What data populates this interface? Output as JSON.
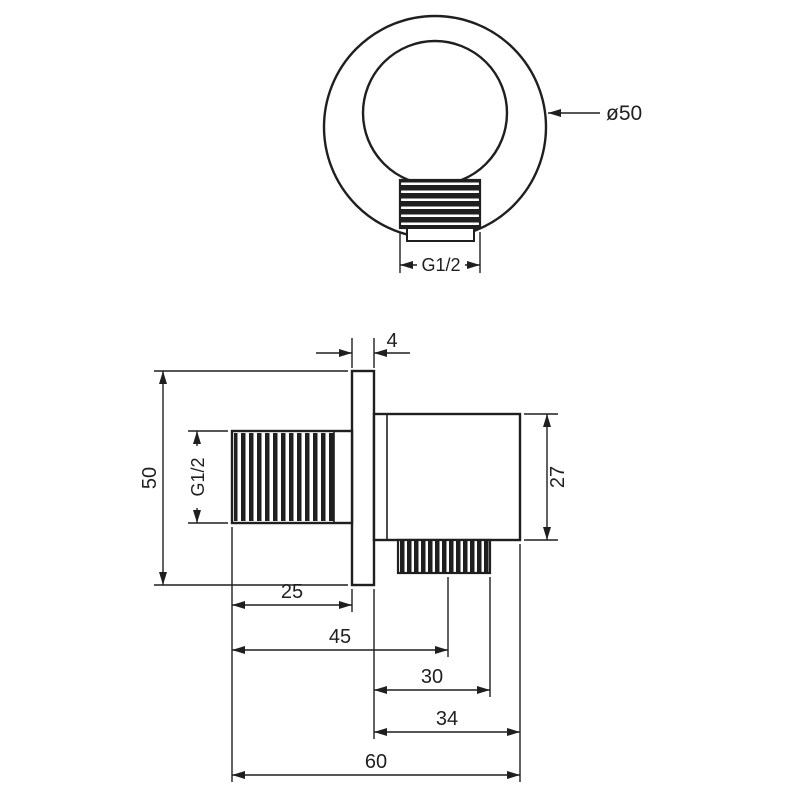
{
  "drawing": {
    "front_view": {
      "diameter_label": "ø50",
      "thread_label": "G1/2"
    },
    "side_view": {
      "plate_thickness": "4",
      "plate_diameter": "50",
      "inlet_thread": "G1/2",
      "body_height": "27",
      "inlet_length": "25",
      "tip_to_outlet_axis": "45",
      "flange_to_outlet": "30",
      "flange_to_body_end": "34",
      "overall_depth": "60"
    },
    "colors": {
      "line": "#1f1f1f",
      "background": "#ffffff"
    }
  }
}
